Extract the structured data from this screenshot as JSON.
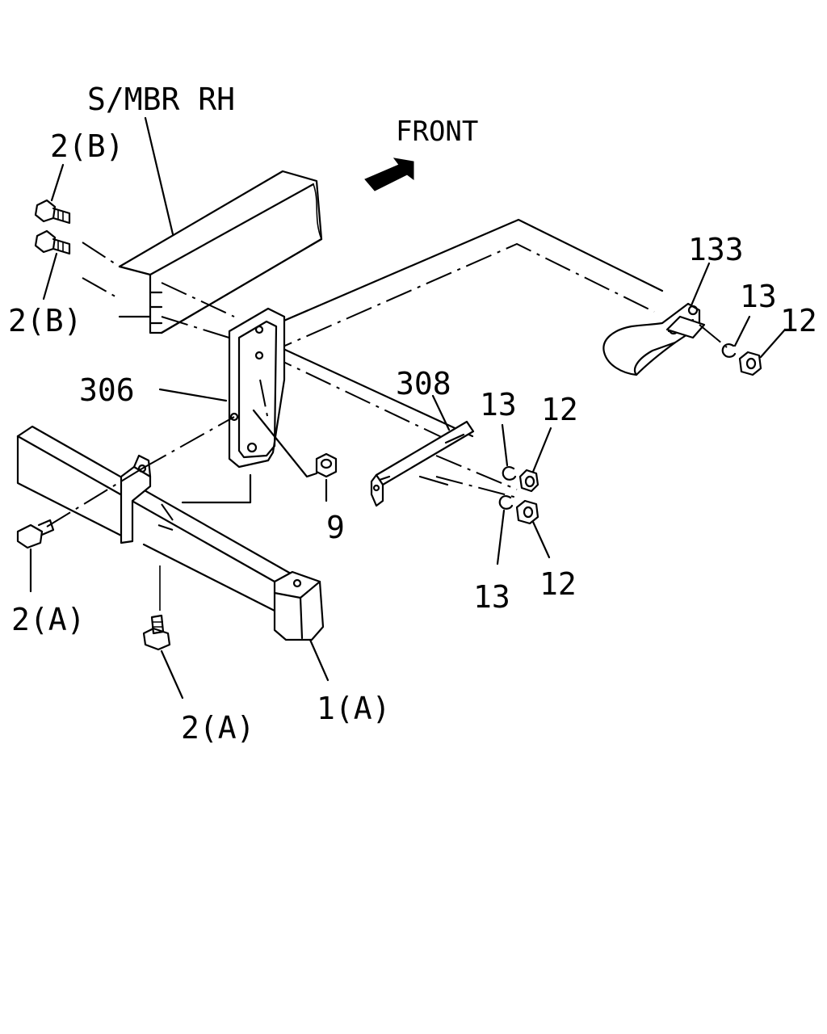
{
  "labels": {
    "s_mbr_rh": "S/MBR RH",
    "front": "FRONT",
    "l_2b_top": "2(B)",
    "l_2b_bottom": "2(B)",
    "l_306": "306",
    "l_308": "308",
    "l_133": "133",
    "l_13_hook": "13",
    "l_12_hook": "12",
    "l_13_upper": "13",
    "l_12_upper": "12",
    "l_13_lower": "13",
    "l_12_lower": "12",
    "l_9": "9",
    "l_2a_left": "2(A)",
    "l_2a_bottom": "2(A)",
    "l_1a": "1(A)"
  },
  "icons": {
    "front_arrow": "arrow-icon",
    "bolts": "bolt-icon",
    "nuts": "nut-icon",
    "clips": "clip-icon",
    "hook": "tow-hook-icon"
  }
}
